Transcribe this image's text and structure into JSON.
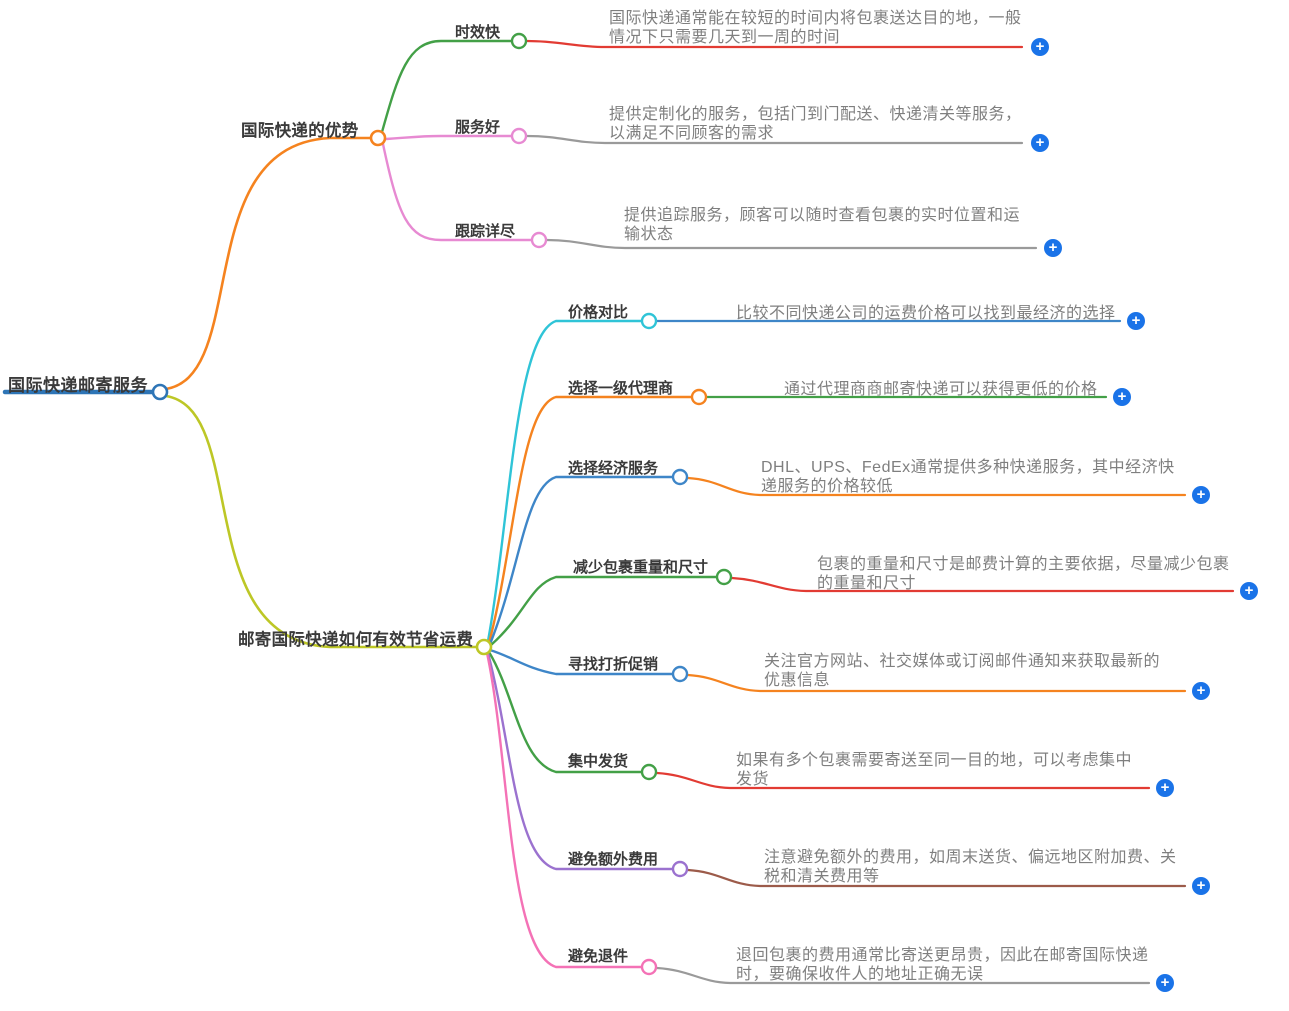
{
  "root": {
    "label": "国际快递邮寄服务"
  },
  "branches": [
    {
      "label": "国际快递的优势",
      "children": [
        {
          "topic": "时效快",
          "desc": "国际快递通常能在较短的时间内将包裹送达目的地，一般情况下只需要几天到一周的时间"
        },
        {
          "topic": "服务好",
          "desc": "提供定制化的服务，包括门到门配送、快递清关等服务，以满足不同顾客的需求"
        },
        {
          "topic": "跟踪详尽",
          "desc": "提供追踪服务，顾客可以随时查看包裹的实时位置和运输状态"
        }
      ]
    },
    {
      "label": "邮寄国际快递如何有效节省运费",
      "children": [
        {
          "topic": "价格对比",
          "desc": "比较不同快递公司的运费价格可以找到最经济的选择"
        },
        {
          "topic": "选择一级代理商",
          "desc": "通过代理商商邮寄快递可以获得更低的价格"
        },
        {
          "topic": "选择经济服务",
          "desc": "DHL、UPS、FedEx通常提供多种快递服务，其中经济快递服务的价格较低"
        },
        {
          "topic": "减少包裹重量和尺寸",
          "desc": "包裹的重量和尺寸是邮费计算的主要依据，尽量减少包裹的重量和尺寸"
        },
        {
          "topic": "寻找打折促销",
          "desc": "关注官方网站、社交媒体或订阅邮件通知来获取最新的优惠信息"
        },
        {
          "topic": "集中发货",
          "desc": "如果有多个包裹需要寄送至同一目的地，可以考虑集中发货"
        },
        {
          "topic": "避免额外费用",
          "desc": "注意避免额外的费用，如周末送货、偏远地区附加费、关税和清关费用等"
        },
        {
          "topic": "避免退件",
          "desc": "退回包裹的费用通常比寄送更昂贵，因此在邮寄国际快递时，要确保收件人的地址正确无误"
        }
      ]
    }
  ],
  "icons": {
    "plus": "+"
  },
  "colors": {
    "root_blue": "#2e75b6",
    "orange": "#f5831f",
    "green": "#43a047",
    "orchid_pink": "#e78ad2",
    "yellow_green": "#bdc726",
    "cyan": "#2fc4d7",
    "steel_blue": "#3e86c8",
    "purple": "#9b72cf",
    "hot_pink": "#f472b6",
    "red": "#e23b33",
    "gray_line": "#9a9a9a",
    "brown": "#9c5b4a",
    "plus_button": "#1a73e8",
    "topic_text": "#3a3a3a",
    "desc_text": "#7f7f7f"
  }
}
